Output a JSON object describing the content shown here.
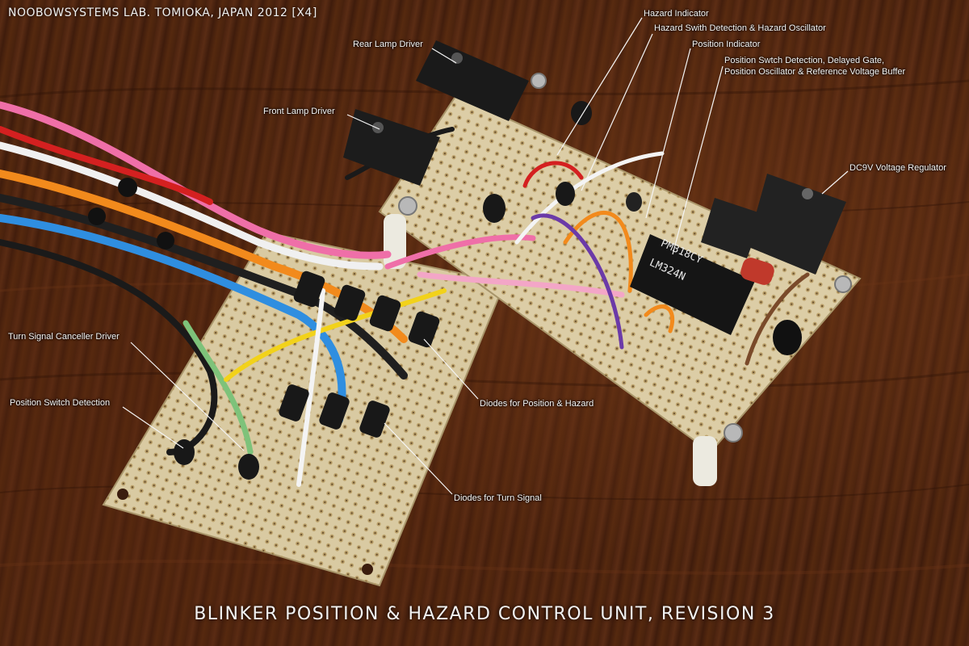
{
  "header": {
    "text": "NOOBOWSYSTEMS LAB. TOMIOKA, JAPAN 2012 [X4]"
  },
  "title": {
    "text": "BLINKER POSITION & HAZARD CONTROL UNIT, REVISION 3"
  },
  "chip": {
    "line1": "PM318CY",
    "line2": "LM324N"
  },
  "labels": {
    "hazard_indicator": "Hazard Indicator",
    "hazard_switch": "Hazard Swith Detection & Hazard Oscillator",
    "position_indicator": "Position Indicator",
    "position_switch_line1": "Position Swtch Detection, Delayed Gate,",
    "position_switch_line2": "Position Oscillator & Reference Voltage Buffer",
    "rear_lamp": "Rear Lamp Driver",
    "front_lamp": "Front Lamp Driver",
    "regulator": "DC9V Voltage Regulator",
    "turn_canceller": "Turn Signal Canceller Driver",
    "position_detection": "Position Switch Detection",
    "diodes_position": "Diodes for Position & Hazard",
    "diodes_turn": "Diodes for Turn Signal"
  },
  "colors": {
    "wood": "#4a220f",
    "pcb": "#d8c9a0",
    "label_text": "#f5f5f5"
  }
}
